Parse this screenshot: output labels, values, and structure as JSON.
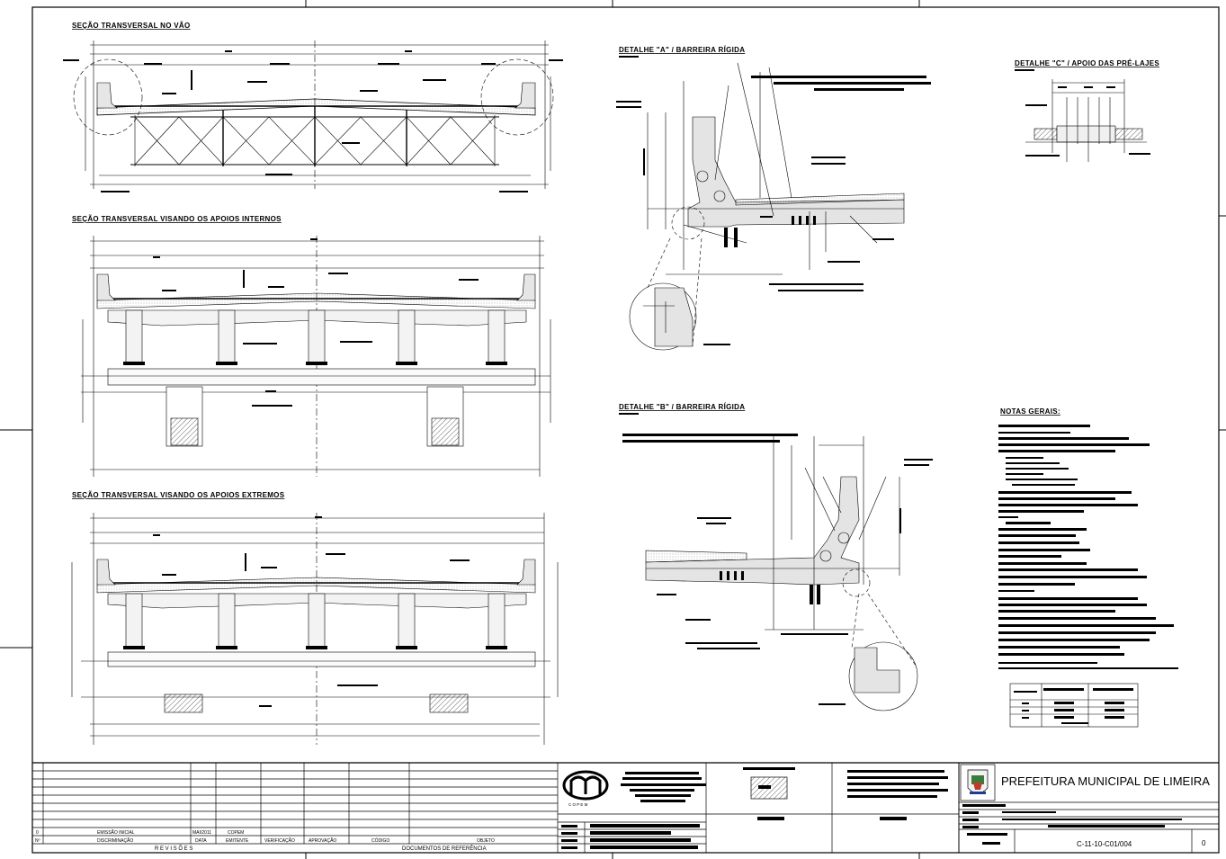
{
  "sections": {
    "vao": {
      "title": "SEÇÃO TRANSVERSAL NO VÃO"
    },
    "internos": {
      "title": "SEÇÃO TRANSVERSAL VISANDO OS APOIOS INTERNOS"
    },
    "extremos": {
      "title": "SEÇÃO TRANSVERSAL VISANDO OS APOIOS EXTREMOS"
    }
  },
  "details": {
    "a": {
      "title": "DETALHE \"A\" / BARREIRA RÍGIDA"
    },
    "b": {
      "title": "DETALHE \"B\" / BARREIRA RÍGIDA"
    },
    "c": {
      "title": "DETALHE \"C\" / APOIO DAS PRÉ-LAJES"
    }
  },
  "notes": {
    "title": "NOTAS GERAIS:"
  },
  "revisions": {
    "rows": [
      {
        "no": "0",
        "description": "EMISSÃO INICIAL",
        "date": "MAI/2011",
        "issuer": "COPEM"
      }
    ],
    "headers": {
      "no": "Nº",
      "description": "DISCRIMINAÇÃO",
      "date": "DATA",
      "issuer": "EMITENTE",
      "verification": "VERIFICAÇÃO",
      "approval": "APROVAÇÃO",
      "code": "CÓDIGO",
      "object": "OBJETO"
    },
    "footer_left": "R E V I S Õ E S",
    "footer_right": "DOCUMENTOS DE REFERÊNCIA"
  },
  "logo": {
    "text": "C O P E M"
  },
  "client": {
    "name": "PREFEITURA MUNICIPAL DE LIMEIRA",
    "drawing_code": "C-11-10-C01/004",
    "revision": "0"
  }
}
